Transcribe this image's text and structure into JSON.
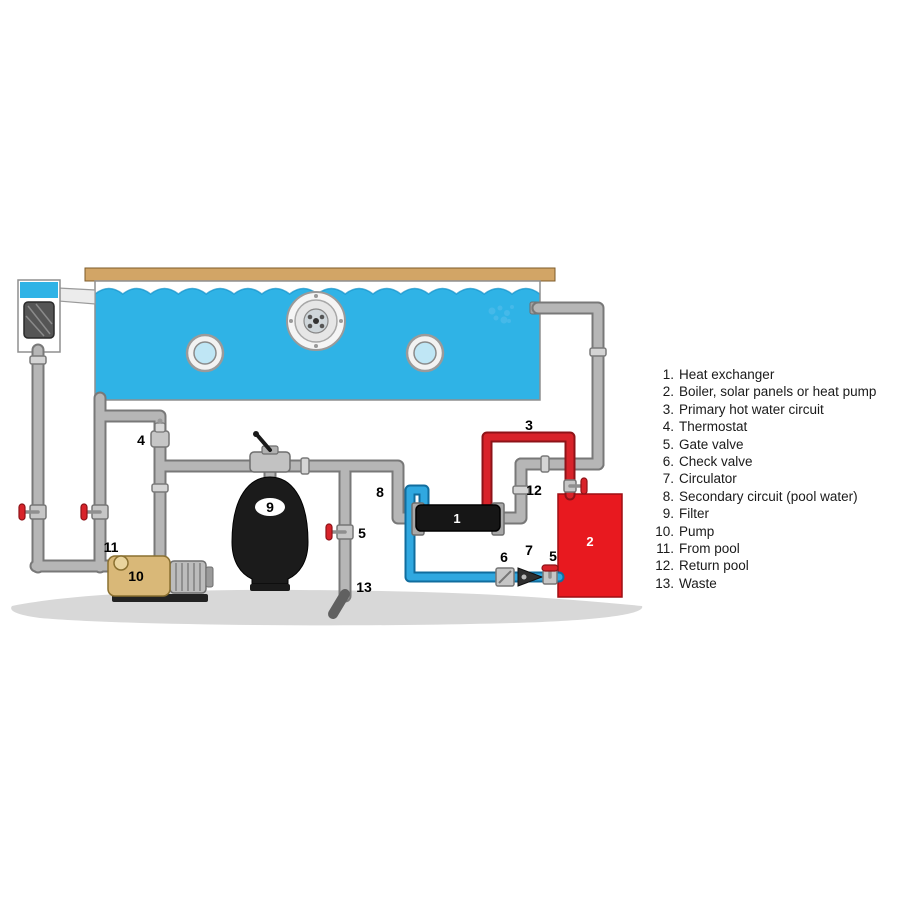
{
  "legend": {
    "items": [
      {
        "num": "1.",
        "label": "Heat exchanger"
      },
      {
        "num": "2.",
        "label": "Boiler, solar panels or heat pump"
      },
      {
        "num": "3.",
        "label": "Primary hot water circuit"
      },
      {
        "num": "4.",
        "label": "Thermostat"
      },
      {
        "num": "5.",
        "label": "Gate valve"
      },
      {
        "num": "6.",
        "label": "Check valve"
      },
      {
        "num": "7.",
        "label": "Circulator"
      },
      {
        "num": "8.",
        "label": "Secondary circuit (pool water)"
      },
      {
        "num": "9.",
        "label": "Filter"
      },
      {
        "num": "10.",
        "label": "Pump"
      },
      {
        "num": "11.",
        "label": "From pool"
      },
      {
        "num": "12.",
        "label": "Return pool"
      },
      {
        "num": "13.",
        "label": "Waste"
      }
    ]
  },
  "diagram_labels": {
    "heat_exchanger": "1",
    "boiler": "2",
    "primary_circuit": "3",
    "thermostat": "4",
    "gate_valve_waste": "5",
    "gate_valve_primary": "5",
    "check_valve": "6",
    "circulator": "7",
    "secondary_circuit": "8",
    "filter": "9",
    "pump": "10",
    "from_pool": "11",
    "return_pool": "12",
    "waste": "13"
  },
  "colors": {
    "pool_water": "#2fb3e6",
    "boiler_red": "#e8191f",
    "primary_pipe_red": "#d8232a",
    "secondary_pipe_blue": "#30a8e0",
    "pipe_gray": "#b6b6b6",
    "deck_wood": "#d2a566",
    "ground_gray": "#d8d8d8"
  }
}
